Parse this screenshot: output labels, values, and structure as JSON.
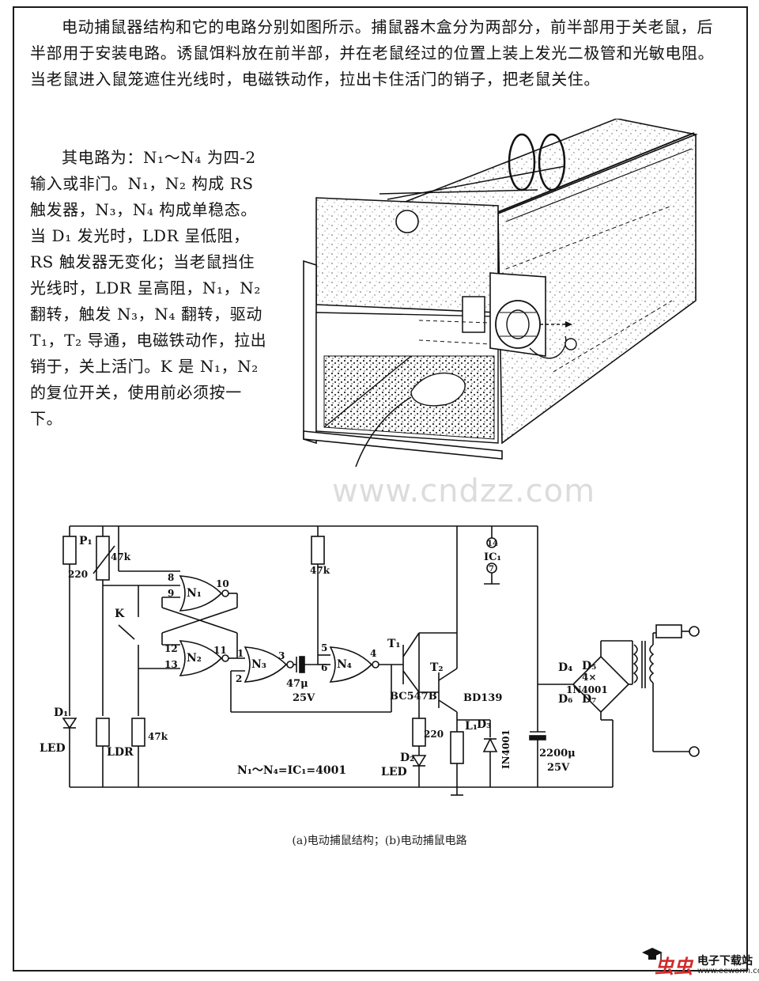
{
  "paragraphs": {
    "p1": "电动捕鼠器结构和它的电路分别如图所示。捕鼠器木盒分为两部分，前半部用于关老鼠，后半部用于安装电路。诱鼠饵料放在前半部，并在老鼠经过的位置上装上发光二极管和光敏电阻。当老鼠进入鼠笼遮住光线时，电磁铁动作，拉出卡住活门的销子，把老鼠关住。",
    "p2": "其电路为：N₁～N₄ 为四-2输入或非门。N₁，N₂ 构成 RS 触发器，N₃，N₄ 构成单稳态。当 D₁ 发光时，LDR 呈低阻，RS 触发器无变化；当老鼠挡住光线时，LDR 呈高阻，N₁，N₂ 翻转，触发 N₃，N₄ 翻转，驱动 T₁，T₂ 导通，电磁铁动作，拉出销于，关上活门。K 是 N₁，N₂ 的复位开关，使用前必须按一下。"
  },
  "caption": "(a)电动捕鼠结构；(b)电动捕鼠电路",
  "watermark": "www.cndzz.com",
  "logo": {
    "brand": "虫虫",
    "name": "电子下载站",
    "site": "www.eeworm.com"
  },
  "circuit": {
    "labels": {
      "p1": "P₁",
      "r220a": "220",
      "r47k_pot": "47k",
      "r47k_top": "47k",
      "r47k_bot": "47k",
      "k": "K",
      "d1": "D₁",
      "led1": "LED",
      "ldr": "LDR",
      "n1": "N₁",
      "n2": "N₂",
      "n3": "N₃",
      "n4": "N₄",
      "pin8": "8",
      "pin9": "9",
      "pin10": "10",
      "pin12": "12",
      "pin13": "13",
      "pin11": "11",
      "pin1": "1",
      "pin2": "2",
      "pin3": "3",
      "pin5": "5",
      "pin6": "6",
      "pin4": "4",
      "cap47u": "47μ",
      "v25a": "25V",
      "t1": "T₁",
      "t2": "T₂",
      "bc547": "BC547B",
      "bd139": "BD139",
      "r220b": "220",
      "d2": "D₂",
      "led2": "LED",
      "l1": "L₁",
      "d3": "D₃",
      "in4001": "IN4001",
      "ic_pin14": "14",
      "ic1": "IC₁",
      "ic_pin7": "7",
      "d4": "D₄",
      "d5": "D₅",
      "d6": "D₆",
      "d7": "D₇",
      "bridge_count": "4×",
      "bridge_type": "1N4001",
      "cap2200": "2200μ",
      "v25b": "25V",
      "note": "N₁～N₄=IC₁=4001"
    }
  }
}
